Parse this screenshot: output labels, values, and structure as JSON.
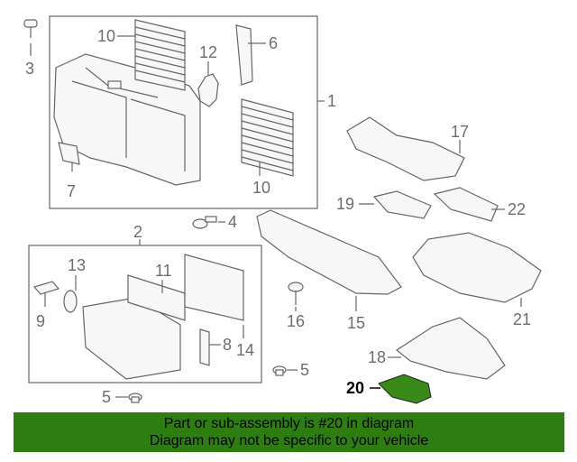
{
  "diagram": {
    "callouts": [
      "1",
      "2",
      "3",
      "4",
      "5",
      "5",
      "6",
      "7",
      "8",
      "9",
      "10",
      "10",
      "11",
      "12",
      "13",
      "14",
      "15",
      "16",
      "17",
      "18",
      "19",
      "20",
      "21",
      "22"
    ],
    "highlighted_part": "20",
    "highlight_color": "#3a8a1a"
  },
  "banner": {
    "line1": "Part or sub-assembly is #20 in diagram",
    "line2": "Diagram may not be specific to your vehicle",
    "background": "#2e7d10"
  }
}
